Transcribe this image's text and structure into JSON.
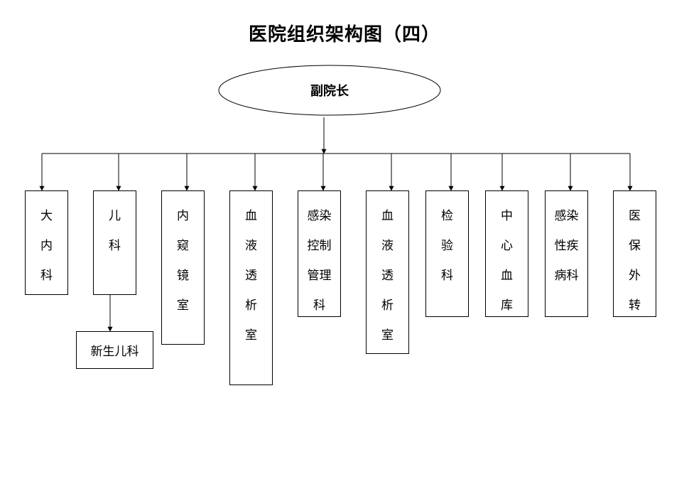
{
  "title": "医院组织架构图（四）",
  "root": "副院长",
  "departments": [
    {
      "lines": [
        "大",
        "内",
        "科"
      ]
    },
    {
      "lines": [
        "儿",
        "科"
      ],
      "sub": "新生儿科"
    },
    {
      "lines": [
        "内",
        "窥",
        "镜",
        "室"
      ]
    },
    {
      "lines": [
        "血",
        "液",
        "透",
        "析",
        "室"
      ]
    },
    {
      "lines": [
        "感染",
        "控制",
        "管理",
        "科"
      ]
    },
    {
      "lines": [
        "血",
        "液",
        "透",
        "析",
        "室"
      ]
    },
    {
      "lines": [
        "检",
        "验",
        "科"
      ]
    },
    {
      "lines": [
        "中",
        "心",
        "血",
        "库"
      ]
    },
    {
      "lines": [
        "感染",
        "性疾",
        "病科"
      ]
    },
    {
      "lines": [
        "医",
        "保",
        "外",
        "转"
      ]
    }
  ]
}
